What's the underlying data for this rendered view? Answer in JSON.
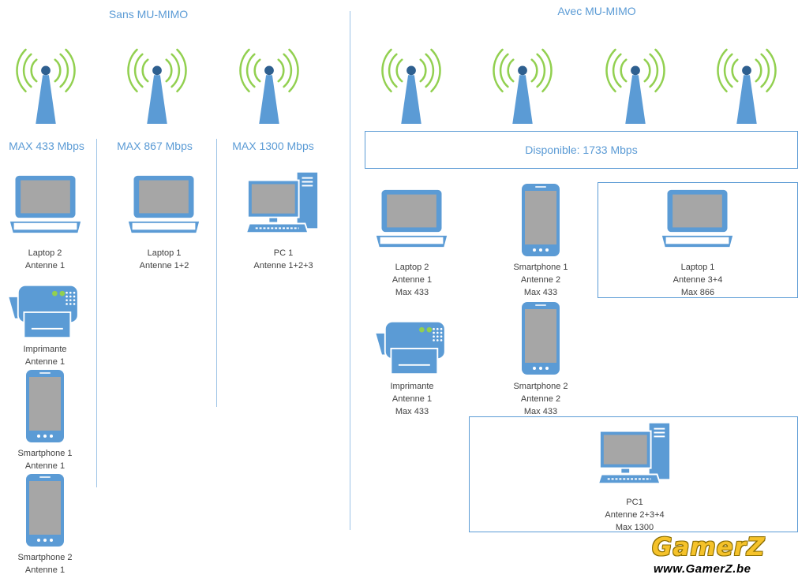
{
  "left": {
    "title": "Sans MU-MIMO",
    "columns": [
      {
        "max": "MAX 433 Mbps"
      },
      {
        "max": "MAX 867 Mbps"
      },
      {
        "max": "MAX 1300 Mbps"
      }
    ],
    "devices": {
      "laptop2": {
        "name": "Laptop 2",
        "antenna": "Antenne 1"
      },
      "printer": {
        "name": "Imprimante",
        "antenna": "Antenne 1"
      },
      "smartphone1": {
        "name": "Smartphone 1",
        "antenna": "Antenne 1"
      },
      "smartphone2": {
        "name": "Smartphone 2",
        "antenna": "Antenne 1"
      },
      "laptop1": {
        "name": "Laptop 1",
        "antenna": "Antenne 1+2"
      },
      "pc1": {
        "name": "PC 1",
        "antenna": "Antenne 1+2+3"
      }
    }
  },
  "right": {
    "title": "Avec MU-MIMO",
    "available": "Disponible: 1733 Mbps",
    "devices": {
      "laptop2": {
        "name": "Laptop 2",
        "antenna": "Antenne 1",
        "max": "Max 433"
      },
      "smartphone1": {
        "name": "Smartphone 1",
        "antenna": "Antenne 2",
        "max": "Max 433"
      },
      "laptop1": {
        "name": "Laptop 1",
        "antenna": "Antenne 3+4",
        "max": "Max 866"
      },
      "printer": {
        "name": "Imprimante",
        "antenna": "Antenne 1",
        "max": "Max 433"
      },
      "smartphone2": {
        "name": "Smartphone 2",
        "antenna": "Antenne 2",
        "max": "Max 433"
      },
      "pc1": {
        "name": "PC1",
        "antenna": "Antenne 2+3+4",
        "max": "Max 1300"
      }
    }
  },
  "watermark": {
    "logo": "GamerZ",
    "url": "www.GamerZ.be"
  },
  "colors": {
    "icon": "#5b9bd5",
    "screen": "#a6a6a6",
    "waves": "#92d050",
    "frame": "#5b9bd5"
  }
}
